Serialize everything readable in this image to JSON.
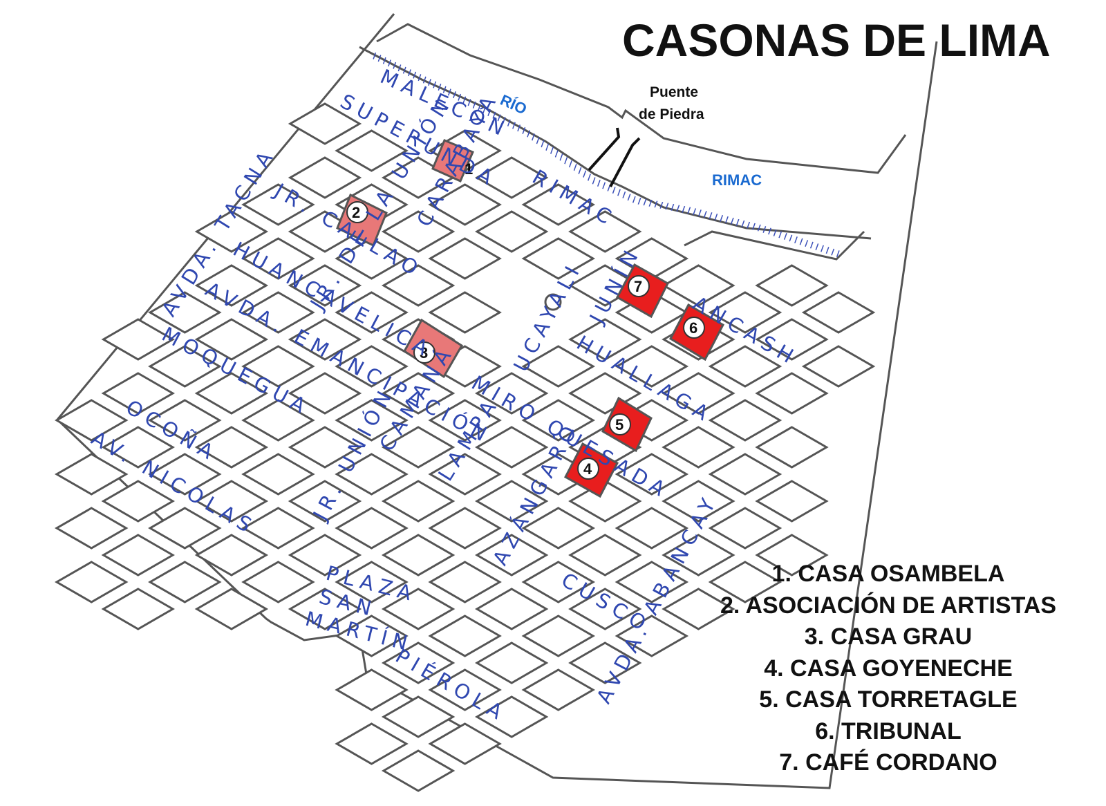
{
  "title": "CASONAS DE LIMA",
  "river": {
    "line1": "RÍO",
    "line2": "RIMAC"
  },
  "bridge": {
    "line1": "Puente",
    "line2": "de Piedra"
  },
  "streets": {
    "malecon": "MALECÓN",
    "rimac": "RIMAC",
    "tacna": "AVDA. TACNA",
    "superunda": "SUPERUNDA",
    "callao": "JR. CALLAO",
    "union": "JR. DE LA UNIÓN",
    "huancavelica": "HUANCAVELICA",
    "emancipacion": "AVDA. EMANCIPACIÓN",
    "moquegua": "MOQUEGUA",
    "ocona": "OCOÑA",
    "nicolas": "AV. NICOLAS",
    "pierola": "PIÉROLA",
    "plaza1": "PLAZA",
    "plaza2": "SAN",
    "plaza3": "MARTÍN",
    "jrunion": "JR. UNIÓN",
    "junin": "JUNÍN",
    "ancash": "ANCASH",
    "huallaga": "HUALLAGA",
    "ucayali": "UCAYALI",
    "carabaya": "CARABAYA",
    "miroquesada": "MIRO QUESADA",
    "abancay": "AVDA. ABANCAY",
    "lampa": "LAMPA",
    "azangaro": "AZÁNGARO",
    "cusco": "CUSCO",
    "camana": "CAMANÁ"
  },
  "houses": [
    {
      "num": "1",
      "name": "CASA OSAMBELA"
    },
    {
      "num": "2",
      "name": "ASOCIACIÓN DE ARTISTAS"
    },
    {
      "num": "3",
      "name": "CASA GRAU"
    },
    {
      "num": "4",
      "name": "CASA GOYENECHE"
    },
    {
      "num": "5",
      "name": "CASA TORRETAGLE"
    },
    {
      "num": "6",
      "name": "TRIBUNAL"
    },
    {
      "num": "7",
      "name": "CAFÉ CORDANO"
    }
  ],
  "legend": [
    "1. CASA OSAMBELA",
    "2. ASOCIACIÓN DE ARTISTAS",
    "3. CASA GRAU",
    "4. CASA GOYENECHE",
    "5. CASA TORRETAGLE",
    "6. TRIBUNAL",
    "7. CAFÉ CORDANO"
  ],
  "colors": {
    "outline": "#555555",
    "river_hatch": "#3a4fb8",
    "street_text": "#2f47b0",
    "house_fill_light": "#e87878",
    "house_fill_strong": "#e81e1e"
  }
}
